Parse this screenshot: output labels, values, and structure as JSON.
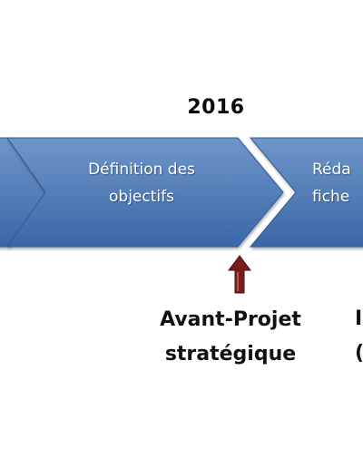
{
  "colors": {
    "chevron_top": "#6f95c9",
    "chevron_bottom": "#3a67a8",
    "chevron_border": "#2f5a96",
    "arrow": "#7b1c1c",
    "text_dark": "#111111",
    "text_light": "#ffffff"
  },
  "timeline": {
    "year": "2016",
    "steps": [
      {
        "lines": []
      },
      {
        "lines": [
          "Définition des",
          "objectifs"
        ]
      },
      {
        "lines": [
          "Réda",
          "fiche"
        ]
      }
    ]
  },
  "milestone": {
    "lines": [
      "Avant-Projet",
      "stratégique"
    ],
    "arrow_icon": "up-arrow-icon"
  },
  "edge_text": {
    "top": "I",
    "bottom": "("
  }
}
